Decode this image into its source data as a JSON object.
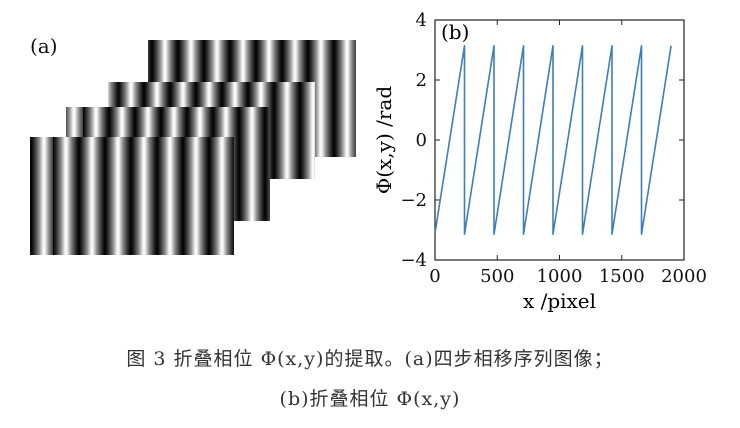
{
  "panel_a": {
    "label": "(a)"
  },
  "caption": {
    "line1": "图 3  折叠相位 Φ(x,y)的提取。(a)四步相移序列图像；",
    "line2": "(b)折叠相位 Φ(x,y)"
  },
  "chart_data": {
    "type": "line",
    "panel_label": "(b)",
    "xlabel": "x /pixel",
    "ylabel": "Φ(x,y) /rad",
    "xlim": [
      0,
      2000
    ],
    "ylim": [
      -4,
      4
    ],
    "xticks": [
      0,
      500,
      1000,
      1500,
      2000
    ],
    "yticks": [
      -4,
      -2,
      0,
      2,
      4
    ],
    "grid": false,
    "series": [
      {
        "color": "#3d7fb8",
        "x": [
          0,
          237,
          237,
          474,
          474,
          711,
          711,
          948,
          948,
          1185,
          1185,
          1422,
          1422,
          1659,
          1659,
          1896
        ],
        "y": [
          -3.1,
          3.14,
          -3.14,
          3.14,
          -3.14,
          3.14,
          -3.14,
          3.14,
          -3.14,
          3.14,
          -3.14,
          3.14,
          -3.14,
          3.14,
          -3.14,
          3.14
        ]
      }
    ]
  }
}
